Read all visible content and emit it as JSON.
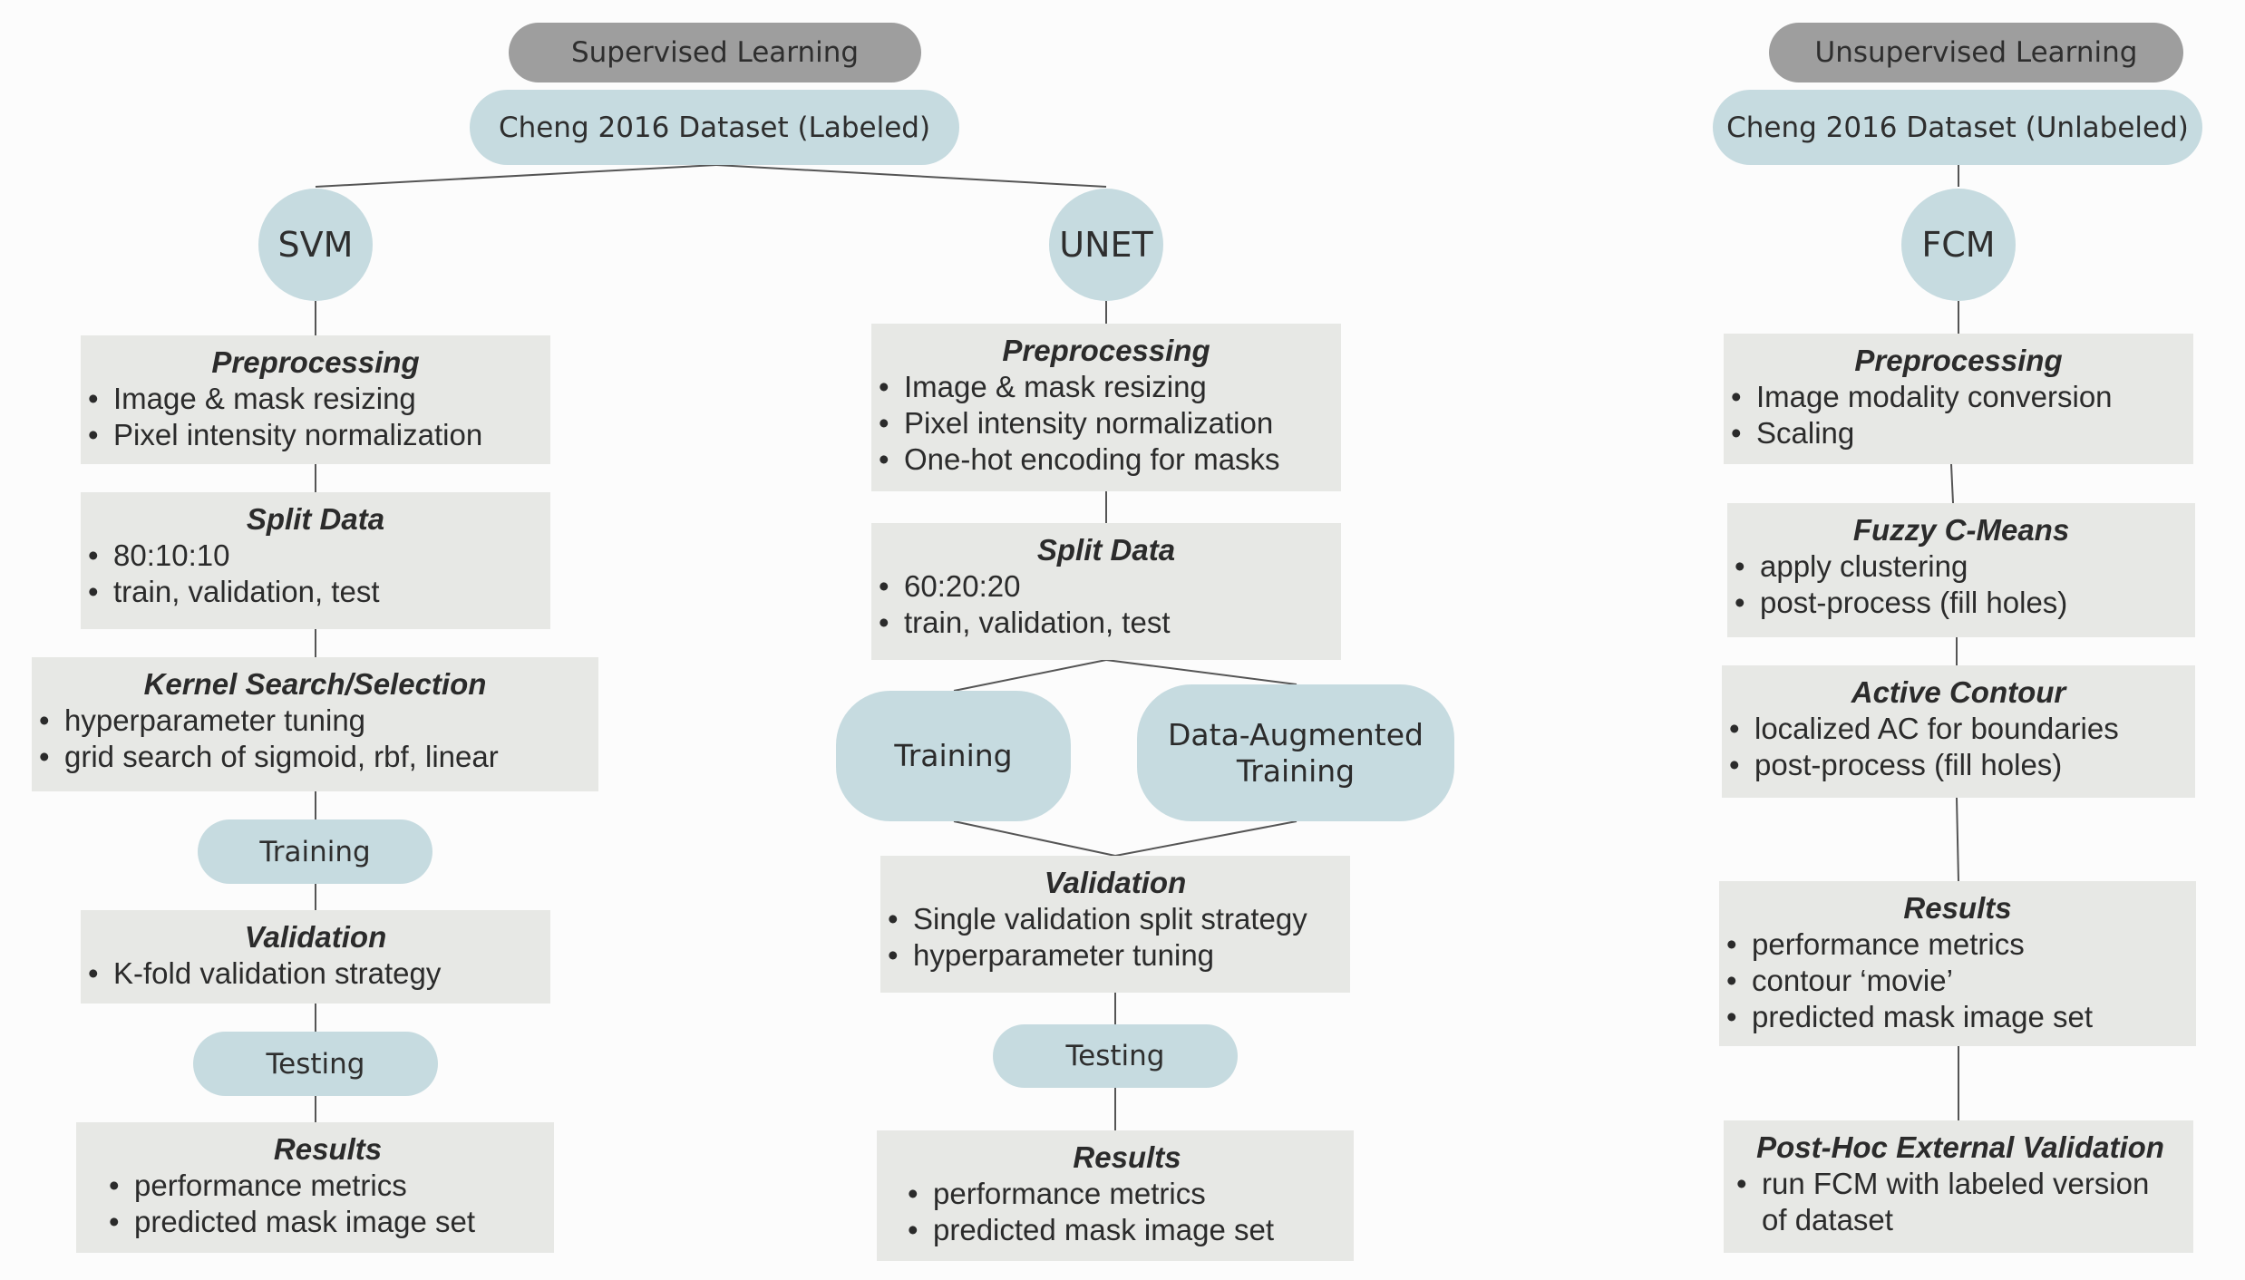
{
  "supervised": {
    "header": "Supervised Learning",
    "dataset": "Cheng 2016 Dataset (Labeled)",
    "svm": {
      "node": "SVM",
      "preprocessing": {
        "title": "Preprocessing",
        "items": [
          "Image & mask resizing",
          "Pixel intensity normalization"
        ]
      },
      "split": {
        "title": "Split Data",
        "items": [
          "80:10:10",
          "train, validation, test"
        ]
      },
      "kernel": {
        "title": "Kernel Search/Selection",
        "items": [
          "hyperparameter tuning",
          "grid search of sigmoid, rbf, linear"
        ]
      },
      "training": "Training",
      "validation": {
        "title": "Validation",
        "items": [
          "K-fold validation strategy"
        ]
      },
      "testing": "Testing",
      "results": {
        "title": "Results",
        "items": [
          "performance metrics",
          "predicted mask image set"
        ]
      }
    },
    "unet": {
      "node": "UNET",
      "preprocessing": {
        "title": "Preprocessing",
        "items": [
          "Image & mask resizing",
          "Pixel intensity normalization",
          "One-hot encoding for masks"
        ]
      },
      "split": {
        "title": "Split Data",
        "items": [
          "60:20:20",
          "train, validation, test"
        ]
      },
      "training": "Training",
      "augmented_training_line1": "Data-Augmented",
      "augmented_training_line2": "Training",
      "validation": {
        "title": "Validation",
        "items": [
          "Single validation split strategy",
          "hyperparameter tuning"
        ]
      },
      "testing": "Testing",
      "results": {
        "title": "Results",
        "items": [
          "performance metrics",
          "predicted mask image set"
        ]
      }
    }
  },
  "unsupervised": {
    "header": "Unsupervised Learning",
    "dataset": "Cheng 2016 Dataset (Unlabeled)",
    "fcm": {
      "node": "FCM",
      "preprocessing": {
        "title": "Preprocessing",
        "items": [
          "Image modality conversion",
          "Scaling"
        ]
      },
      "fuzzy": {
        "title": "Fuzzy C-Means",
        "items": [
          "apply clustering",
          "post-process (fill holes)"
        ]
      },
      "contour": {
        "title": "Active Contour",
        "items": [
          "localized AC for boundaries",
          "post-process (fill holes)"
        ]
      },
      "results": {
        "title": "Results",
        "items": [
          "performance metrics",
          "contour ‘movie’",
          "predicted mask image set"
        ]
      },
      "posthoc": {
        "title": "Post-Hoc External Validation",
        "items": [
          "run FCM with labeled version",
          "of dataset"
        ]
      }
    }
  },
  "colors": {
    "header_pill": "#9e9e9e",
    "node_fill": "#c6dbe0",
    "box_fill": "#e7e8e5",
    "connector": "#444444"
  }
}
